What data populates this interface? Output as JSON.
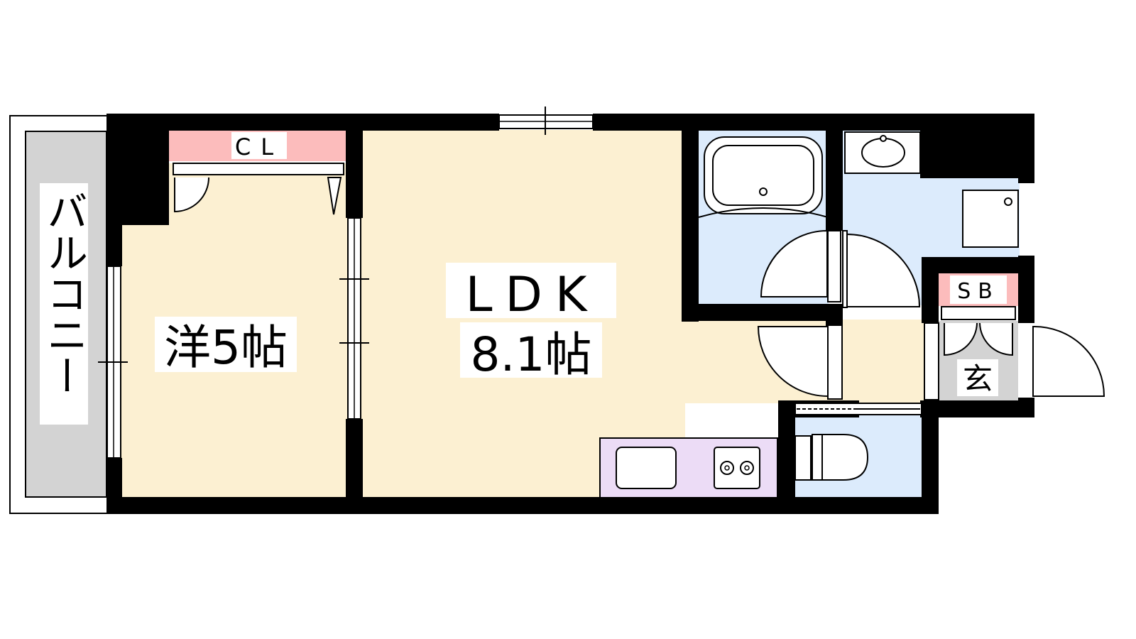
{
  "floorplan": {
    "balcony": {
      "label": "バルコニー"
    },
    "closet": {
      "label": "CL"
    },
    "bedroom": {
      "label": "洋5帖"
    },
    "ldk": {
      "label": "LDK",
      "area": "8.1帖"
    },
    "shoe_box": {
      "label": "SB"
    },
    "entrance": {
      "label": "玄"
    }
  },
  "colors": {
    "wall": "#000000",
    "room_floor": "#fcf0d2",
    "wet_area": "#dcebfc",
    "kitchen": "#ecdcf6",
    "storage": "#fcbcbc",
    "balcony": "#d3d3d3",
    "entrance": "#d3d3d3"
  }
}
